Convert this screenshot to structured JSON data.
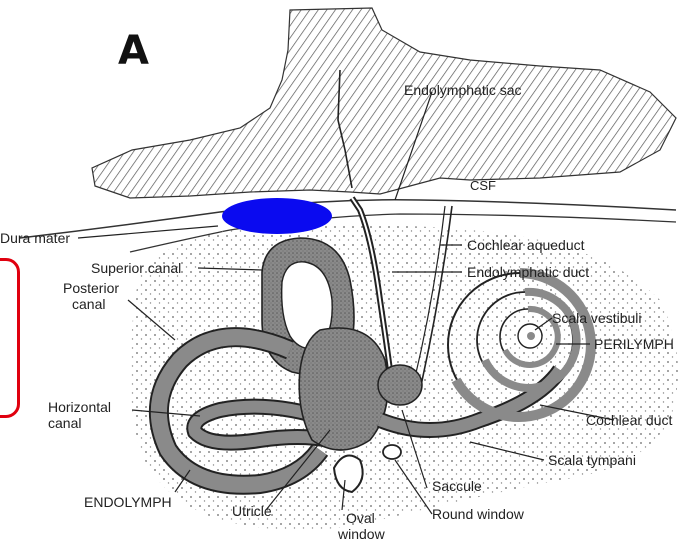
{
  "panel_letter": "A",
  "labels": {
    "endolymphatic_sac": "Endolymphatic sac",
    "csf": "CSF",
    "dura_mater": "Dura mater",
    "cochlear_aqueduct": "Cochlear aqueduct",
    "superior_canal": "Superior canal",
    "endolymphatic_duct": "Endolymphatic duct",
    "posterior_canal_1": "Posterior",
    "posterior_canal_2": "canal",
    "scala_vestibuli": "Scala vestibuli",
    "perilymph": "PERILYMPH",
    "horizontal_canal_1": "Horizontal",
    "horizontal_canal_2": "canal",
    "cochlear_duct": "Cochlear duct",
    "scala_tympani": "Scala tympani",
    "saccule": "Saccule",
    "endolymph": "ENDOLYMPH",
    "utricle": "Utricle",
    "round_window": "Round window",
    "oval_window_1": "Oval",
    "oval_window_2": "window"
  },
  "colors": {
    "highlight_box": "#e0000f",
    "marker": "#0a0af0"
  }
}
